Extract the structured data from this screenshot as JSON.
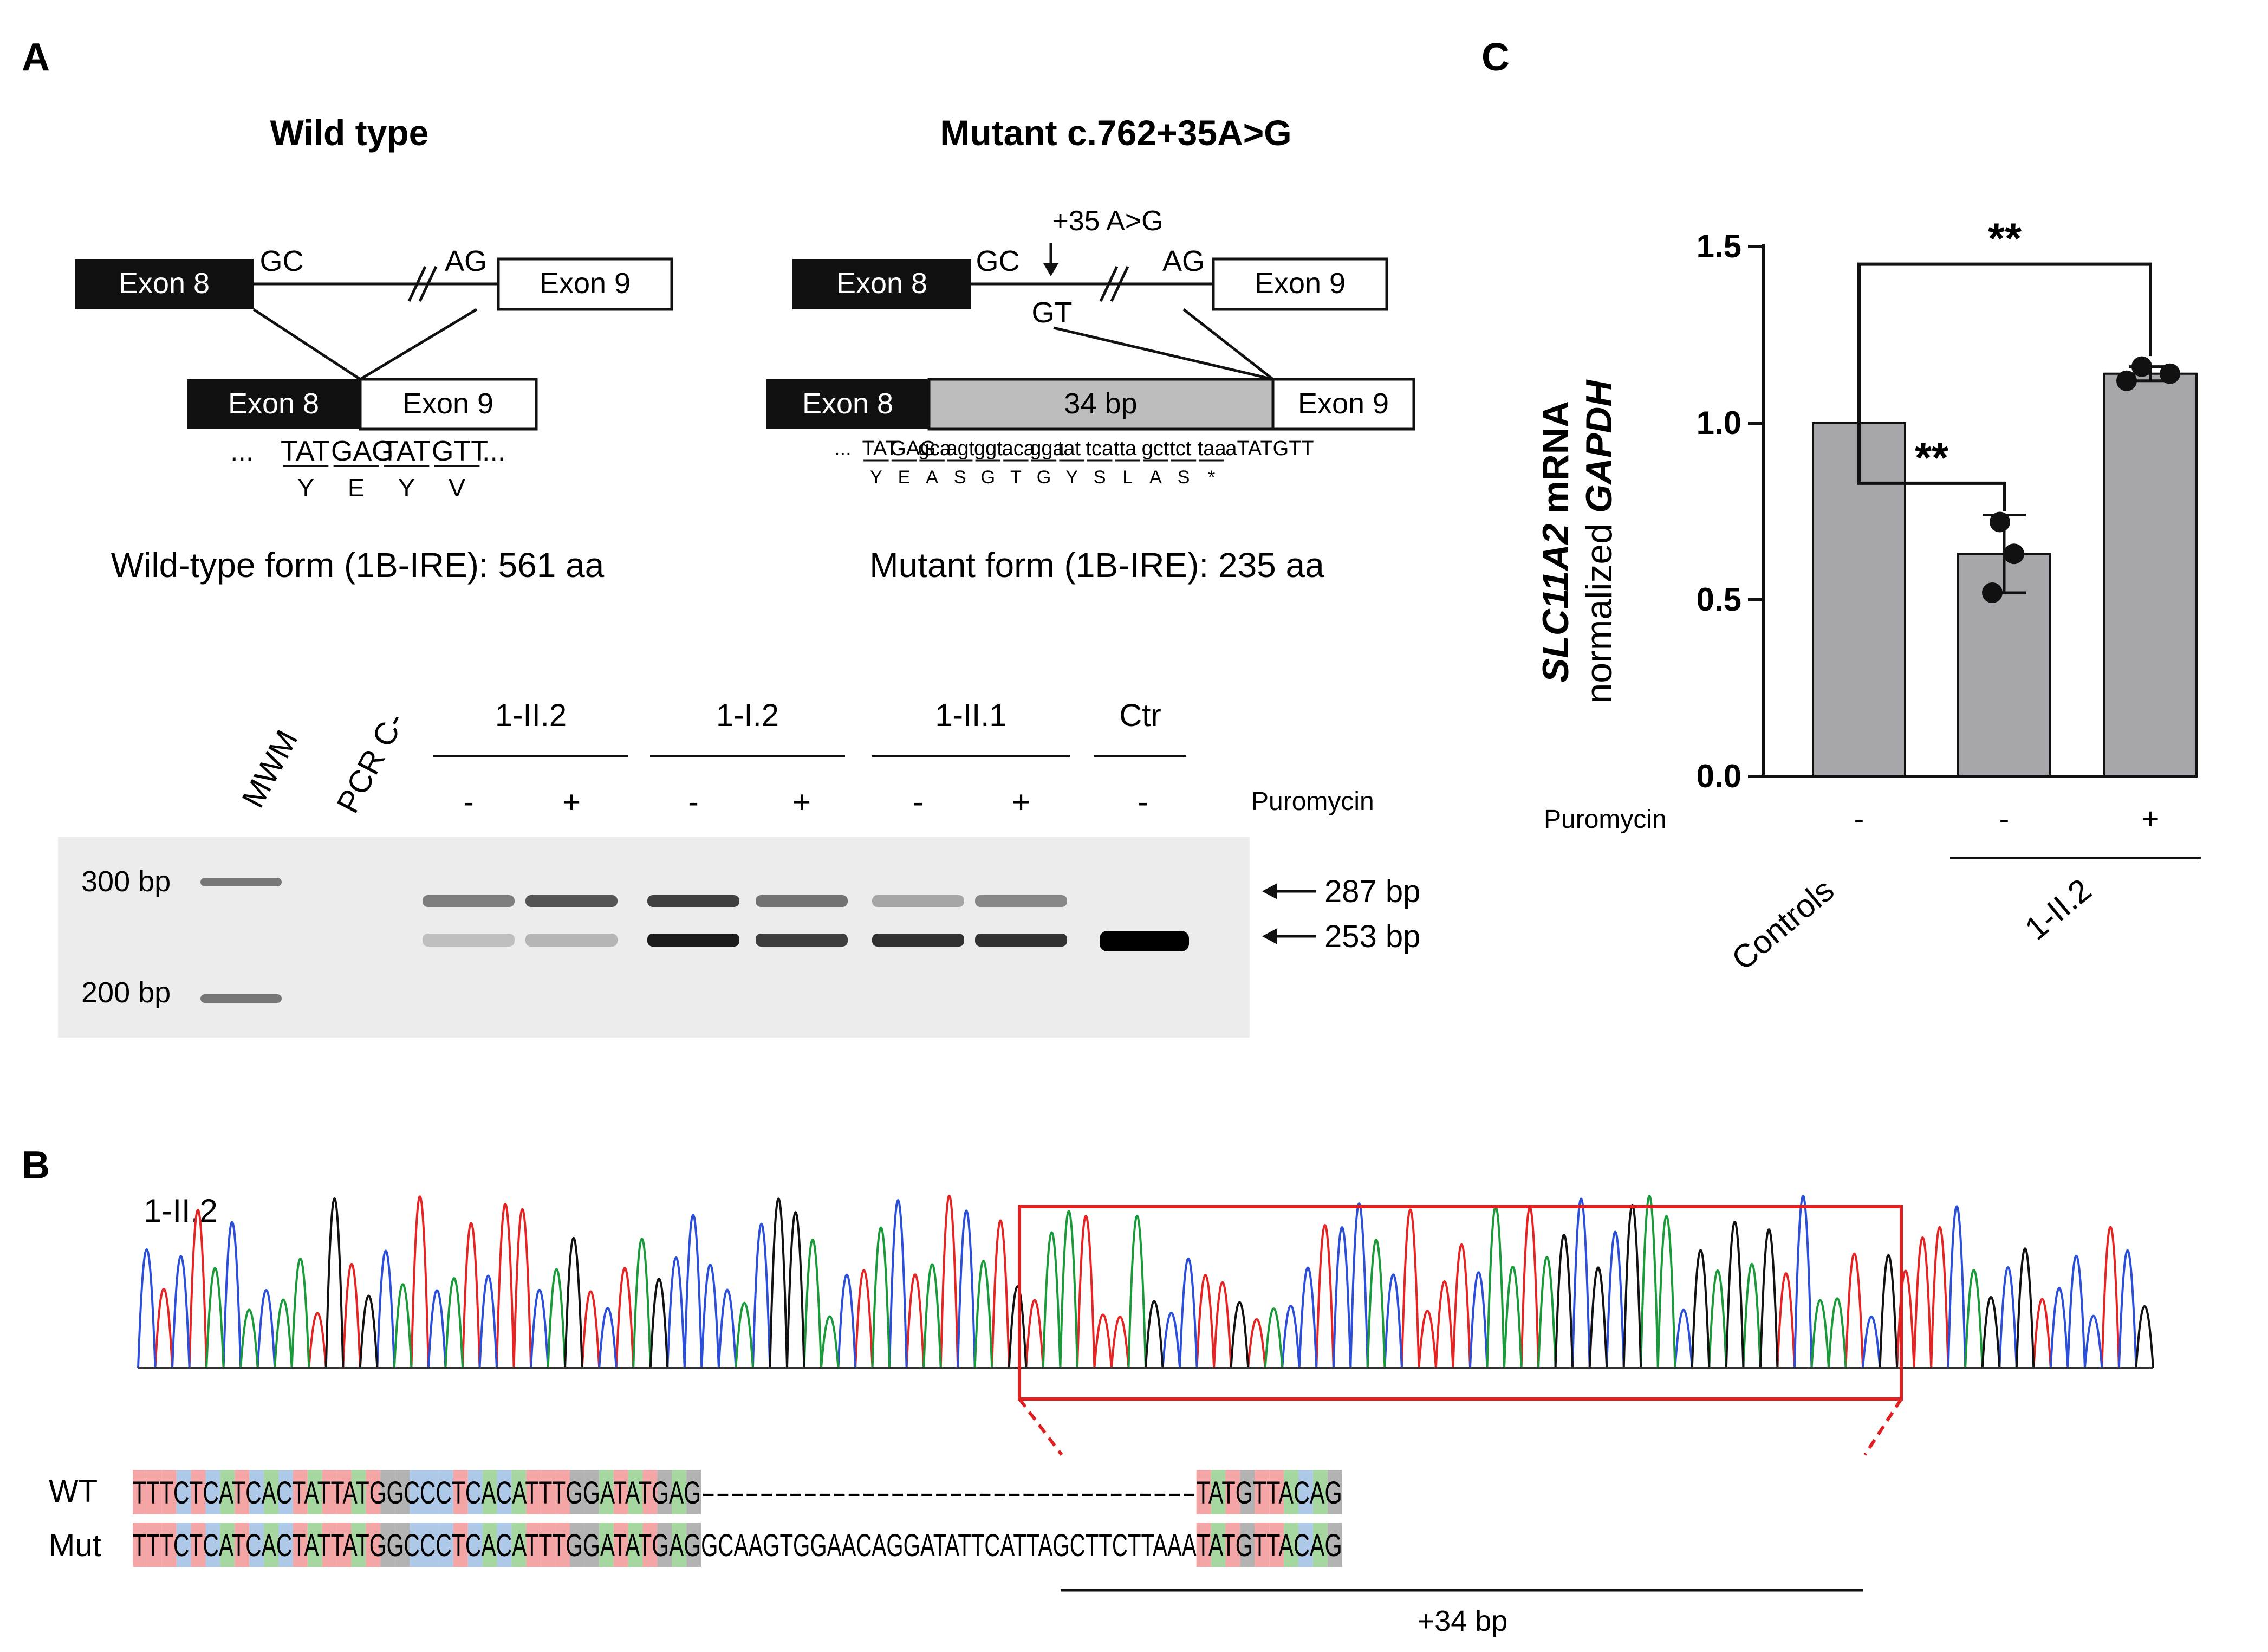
{
  "panels": {
    "a_label": "A",
    "b_label": "B",
    "c_label": "C"
  },
  "panel_a": {
    "wt": {
      "title": "Wild type",
      "exon8": "Exon 8",
      "exon9": "Exon 9",
      "donor": "GC",
      "acceptor": "AG",
      "seq_prefix": "...",
      "codons": [
        "TAT",
        "GAG",
        "TAT",
        "GTT"
      ],
      "seq_suffix": "...",
      "aa": [
        "Y",
        "E",
        "Y",
        "V"
      ],
      "caption": "Wild-type form (1B-IRE): 561 aa"
    },
    "mut": {
      "title": "Mutant c.762+35A>G",
      "exon8": "Exon 8",
      "exon9": "Exon 9",
      "donor": "GC",
      "acceptor": "AG",
      "variant": "+35 A>G",
      "new_site": "GT",
      "insert_label": "34 bp",
      "seq_prefix": "...",
      "codons": [
        "TAT",
        "GAG",
        "gca",
        "agt",
        "ggt",
        "aca",
        "gga",
        "tat",
        "tca",
        "tta",
        "gct",
        "tct",
        "taa"
      ],
      "seq_suffix": "aTATGTT",
      "aa": [
        "Y",
        "E",
        "A",
        "S",
        "G",
        "T",
        "G",
        "Y",
        "S",
        "L",
        "A",
        "S",
        "*"
      ],
      "caption": "Mutant form (1B-IRE): 235 aa"
    },
    "gel": {
      "lanes_top": [
        "MWM",
        "PCR C-"
      ],
      "groups": [
        {
          "name": "1-II.2",
          "signs": [
            "-",
            "+"
          ]
        },
        {
          "name": "1-I.2",
          "signs": [
            "-",
            "+"
          ]
        },
        {
          "name": "1-II.1",
          "signs": [
            "-",
            "+"
          ]
        },
        {
          "name": "Ctr",
          "signs": [
            "-"
          ]
        }
      ],
      "puromycin_label": "Puromycin",
      "ladder": [
        "300 bp",
        "200 bp"
      ],
      "bands": [
        "287 bp",
        "253 bp"
      ]
    }
  },
  "panel_b": {
    "sample": "1-II.2",
    "wt_label": "WT",
    "mut_label": "Mut",
    "shared_left": "TTTCTCATCACTATTATGGCCCTCACATTTGGATATGAG",
    "insert": "GCAAGTGGAACAGGATATTCATTAGCTTCTTAAA",
    "gap": "----------------------------------",
    "shared_right": "TATGTTACAG",
    "insert_label": "+34 bp"
  },
  "chart_data": {
    "type": "bar",
    "ylabel_gene": "SLC11A2",
    "ylabel_mid": " mRNA",
    "ylabel_line2": "normalized ",
    "ylabel_ref": "GAPDH",
    "ylim": [
      0,
      1.5
    ],
    "yticks": [
      "0.0",
      "0.5",
      "1.0",
      "1.5"
    ],
    "categories": [
      "Controls",
      "1-II.2 -",
      "1-II.2 +"
    ],
    "x_labels": [
      "Controls",
      "1-II.2"
    ],
    "puromycin_label": "Puromycin",
    "puromycin": [
      "-",
      "-",
      "+"
    ],
    "values": [
      1.0,
      0.63,
      1.14
    ],
    "errors": [
      0,
      0.11,
      0.02
    ],
    "points": [
      [],
      [
        0.52,
        0.63,
        0.72
      ],
      [
        1.12,
        1.14,
        1.16
      ]
    ],
    "significance": [
      {
        "from": 0,
        "to": 1,
        "label": "**"
      },
      {
        "from": 0,
        "to": 2,
        "label": "**"
      }
    ],
    "bar_color": "#a7a6ab",
    "grid": false
  },
  "colors": {
    "exon_dark": "#111111",
    "insert_gray": "#bdbdbd",
    "highlight_red": "#e02020",
    "base_A": "#a7d7a0",
    "base_C": "#aec8e8",
    "base_G": "#b3b3b3",
    "base_T": "#f4a6a6",
    "trace_A": "#1a9a3a",
    "trace_C": "#2b4fd8",
    "trace_G": "#111111",
    "trace_T": "#e52424"
  }
}
